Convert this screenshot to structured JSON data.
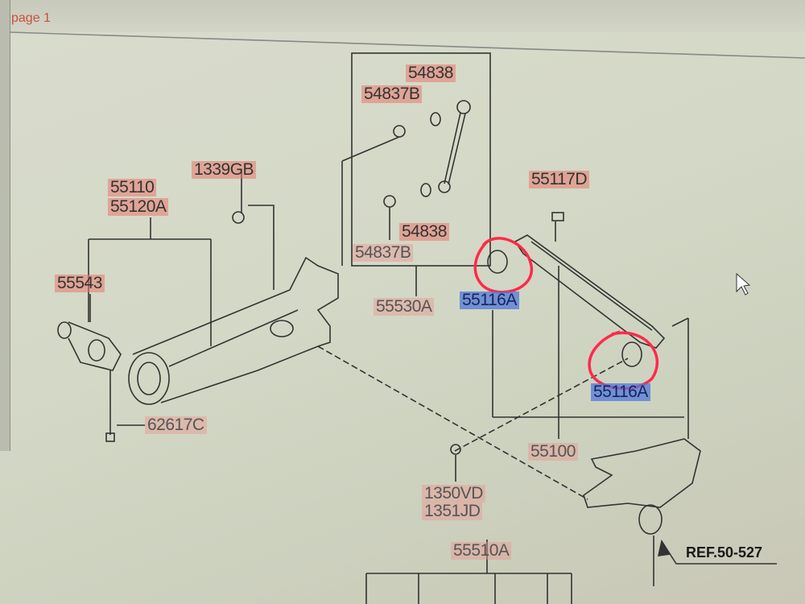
{
  "page_label": "page 1",
  "parts": {
    "p54838_top": "54838",
    "p54837B_top": "54837B",
    "p1339GB": "1339GB",
    "p55110": "55110",
    "p55120A": "55120A",
    "p55117D": "55117D",
    "p54838_bottom": "54838",
    "p54837B_bottom": "54837B",
    "p55543": "55543",
    "p55530A": "55530A",
    "p55116A_upper": "55116A",
    "p55116A_lower": "55116A",
    "p62617C": "62617C",
    "p55100": "55100",
    "p1350VD": "1350VD",
    "p1351JD": "1351JD",
    "p55510A": "55510A",
    "ref": "REF.50-527"
  },
  "colors": {
    "label_highlight": "#e8786e",
    "blue_highlight": "#5078dc",
    "annotation_circle": "#ff2a4a"
  }
}
